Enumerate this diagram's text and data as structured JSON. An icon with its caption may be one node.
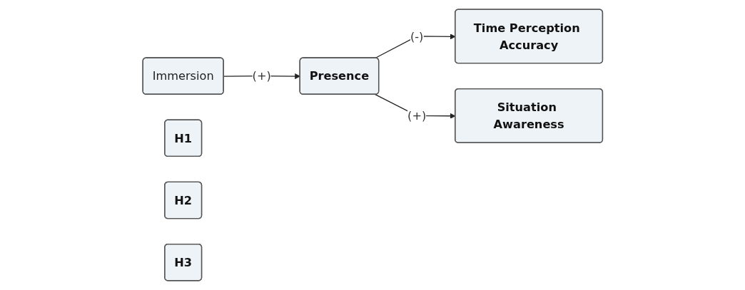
{
  "diagram": {
    "nodes": [
      {
        "text": [
          "Immersion"
        ]
      },
      {
        "text": [
          "H1"
        ]
      },
      {
        "text": [
          "Presence"
        ]
      },
      {
        "text": [
          "H2"
        ]
      },
      {
        "text": [
          "Time Perception Accuracy"
        ]
      },
      {
        "text": [
          "Situation Awareness"
        ]
      },
      {
        "text": [
          "H3"
        ]
      }
    ],
    "edges": [
      {
        "from": 0,
        "to": 2,
        "arrow": "to",
        "label": "(+)"
      },
      {
        "from": 2,
        "to": 4,
        "arrow": "to",
        "label": "(-)"
      },
      {
        "from": 2,
        "to": 5,
        "arrow": "to",
        "label": "(+)"
      }
    ]
  }
}
